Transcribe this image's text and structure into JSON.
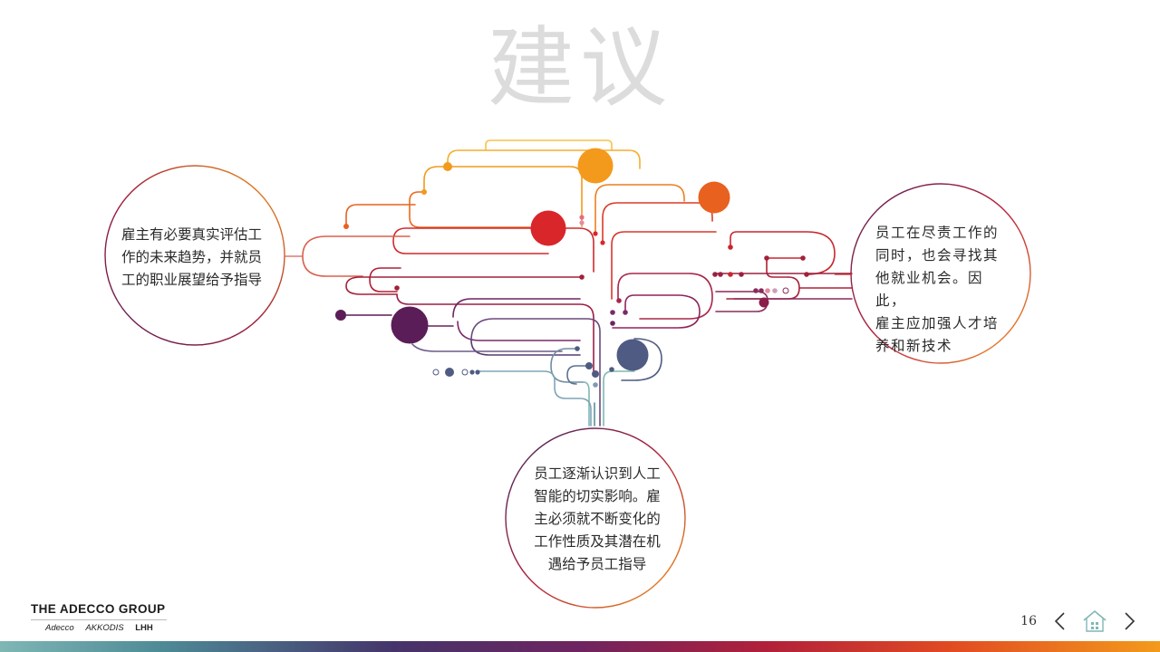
{
  "slide": {
    "title": "建议",
    "page_number": "16"
  },
  "bubbles": {
    "left": [
      "雇主有必要真实评估工",
      "作的未来趋势，并就员",
      "工的职业展望给予指导"
    ],
    "right": [
      "员工在尽责工作的",
      "同时，也会寻找其",
      "他就业机会。因此，",
      "雇主应加强人才培",
      "养和新技术"
    ],
    "bottom": [
      "员工逐渐认识到人工",
      "智能的切实影响。雇",
      "主必须就不断变化的",
      "工作性质及其潜在机",
      "遇给予员工指导"
    ]
  },
  "logo": {
    "group": "THE ADECCO GROUP",
    "brands": [
      "Adecco",
      "AKKODIS",
      "LHH"
    ]
  },
  "nav": {
    "prev_icon": "chevron-left-icon",
    "home_icon": "home-icon",
    "next_icon": "chevron-right-icon"
  },
  "colors": {
    "title": "#dcdcdc",
    "orange": "#f39a1c",
    "dark_orange": "#e8611f",
    "red": "#d9262b",
    "crimson": "#a3203a",
    "purple": "#5b1d57",
    "slate": "#4f5b82",
    "teal": "#7fb7b5"
  }
}
